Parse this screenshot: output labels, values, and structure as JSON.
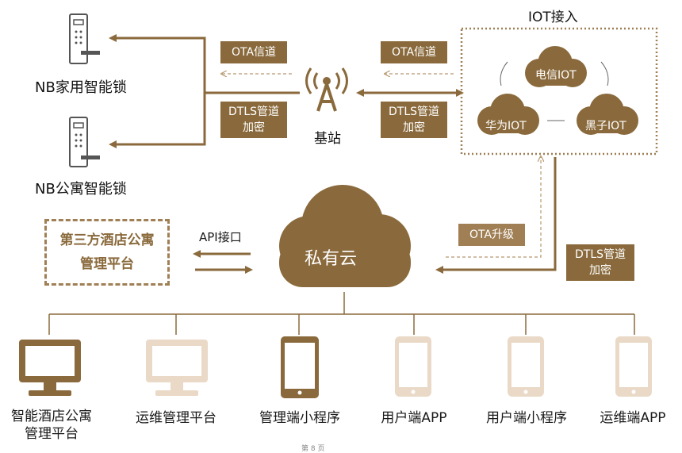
{
  "locks": {
    "home_lock": "NB家用智能锁",
    "apartment_lock": "NB公寓智能锁"
  },
  "base_station": "基站",
  "channels": {
    "ota_left": "OTA信道",
    "ota_right": "OTA信道",
    "dtls_left": "DTLS管道\n加密",
    "dtls_right": "DTLS管道\n加密",
    "ota_upgrade": "OTA升级",
    "dtls_cloud": "DTLS管道\n加密"
  },
  "iot": {
    "title": "IOT接入",
    "telecom": "电信IOT",
    "huawei": "华为IOT",
    "heizi": "黑子IOT"
  },
  "private_cloud": "私有云",
  "api": "API接口",
  "third_party": {
    "line1": "第三方酒店公寓",
    "line2": "管理平台"
  },
  "endpoints": [
    {
      "label": "智能酒店公寓\n管理平台",
      "icon": "monitor-icon"
    },
    {
      "label": "运维管理平台",
      "icon": "monitor-icon"
    },
    {
      "label": "管理端小程序",
      "icon": "tablet-icon"
    },
    {
      "label": "用户端APP",
      "icon": "phone-icon"
    },
    {
      "label": "用户端小程序",
      "icon": "phone-icon"
    },
    {
      "label": "运维端APP",
      "icon": "phone-icon"
    }
  ],
  "footer": "第 8 页"
}
